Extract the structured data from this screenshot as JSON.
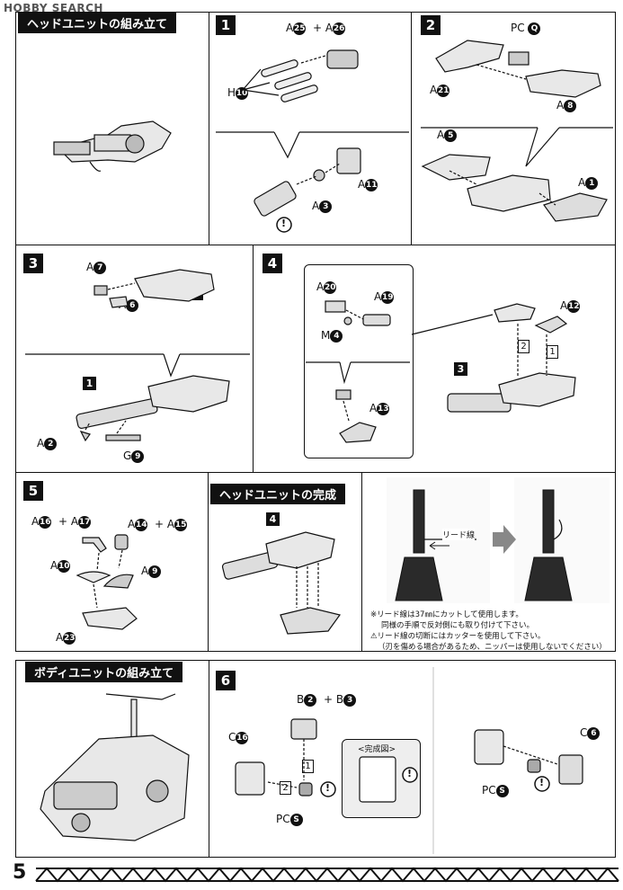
{
  "watermark": "HOBBY SEARCH",
  "sections": {
    "head_title": "ヘッドユニットの組み立て",
    "head_done_title": "ヘッドユニットの完成",
    "body_title": "ボディユニットの組み立て"
  },
  "steps": {
    "s1": "1",
    "s2": "2",
    "s3": "3",
    "s4": "4",
    "s5": "5",
    "s6": "6"
  },
  "step1": {
    "labels": [
      {
        "text": "A",
        "num": "25"
      },
      {
        "text": "+ A",
        "num": "26"
      },
      {
        "text": "H",
        "num": "10"
      },
      {
        "text": "A",
        "num": "3"
      },
      {
        "text": "A",
        "num": "11"
      }
    ]
  },
  "step2": {
    "labels": [
      {
        "text": "PC",
        "num": "Q"
      },
      {
        "text": "A",
        "num": "21"
      },
      {
        "text": "A",
        "num": "8"
      },
      {
        "text": "A",
        "num": "5"
      },
      {
        "text": "A",
        "num": "1"
      }
    ]
  },
  "step3": {
    "labels": [
      {
        "text": "A",
        "num": "7"
      },
      {
        "text": "A",
        "num": "6"
      },
      {
        "text": "A",
        "num": "2"
      },
      {
        "text": "G",
        "num": "9"
      }
    ],
    "ref_top": "2",
    "ref_bottom": "1"
  },
  "step4": {
    "labels": [
      {
        "text": "A",
        "num": "20"
      },
      {
        "text": "A",
        "num": "19"
      },
      {
        "text": "M",
        "num": "4"
      },
      {
        "text": "A",
        "num": "13"
      },
      {
        "text": "A",
        "num": "12"
      }
    ],
    "ref": "3",
    "order": [
      "2",
      "1"
    ]
  },
  "step5": {
    "labels": [
      {
        "text": "A",
        "num": "16"
      },
      {
        "text": "+ A",
        "num": "17"
      },
      {
        "text": "A",
        "num": "14"
      },
      {
        "text": "+ A",
        "num": "15"
      },
      {
        "text": "A",
        "num": "10"
      },
      {
        "text": "A",
        "num": "9"
      },
      {
        "text": "A",
        "num": "23"
      }
    ]
  },
  "head_done": {
    "ref": "4",
    "lead_wire": "リード線"
  },
  "notes": [
    "※リード線は37㎜にカットして使用します。",
    "同様の手順で反対側にも取り付けて下さい。",
    "⚠リード線の切断にはカッターを使用して下さい。",
    "（刃を傷める場合があるため、ニッパーは使用しないでください）"
  ],
  "step6": {
    "labels": [
      {
        "text": "B",
        "num": "2"
      },
      {
        "text": "+ B",
        "num": "3"
      },
      {
        "text": "C",
        "num": "16"
      },
      {
        "text": "PC",
        "num": "S"
      },
      {
        "text": "PC",
        "num": "S"
      },
      {
        "text": "C",
        "num": "6"
      }
    ],
    "complete_label": "<完成図>",
    "order": [
      "1",
      "2"
    ]
  },
  "page_number": "5",
  "caution_mark": "!"
}
